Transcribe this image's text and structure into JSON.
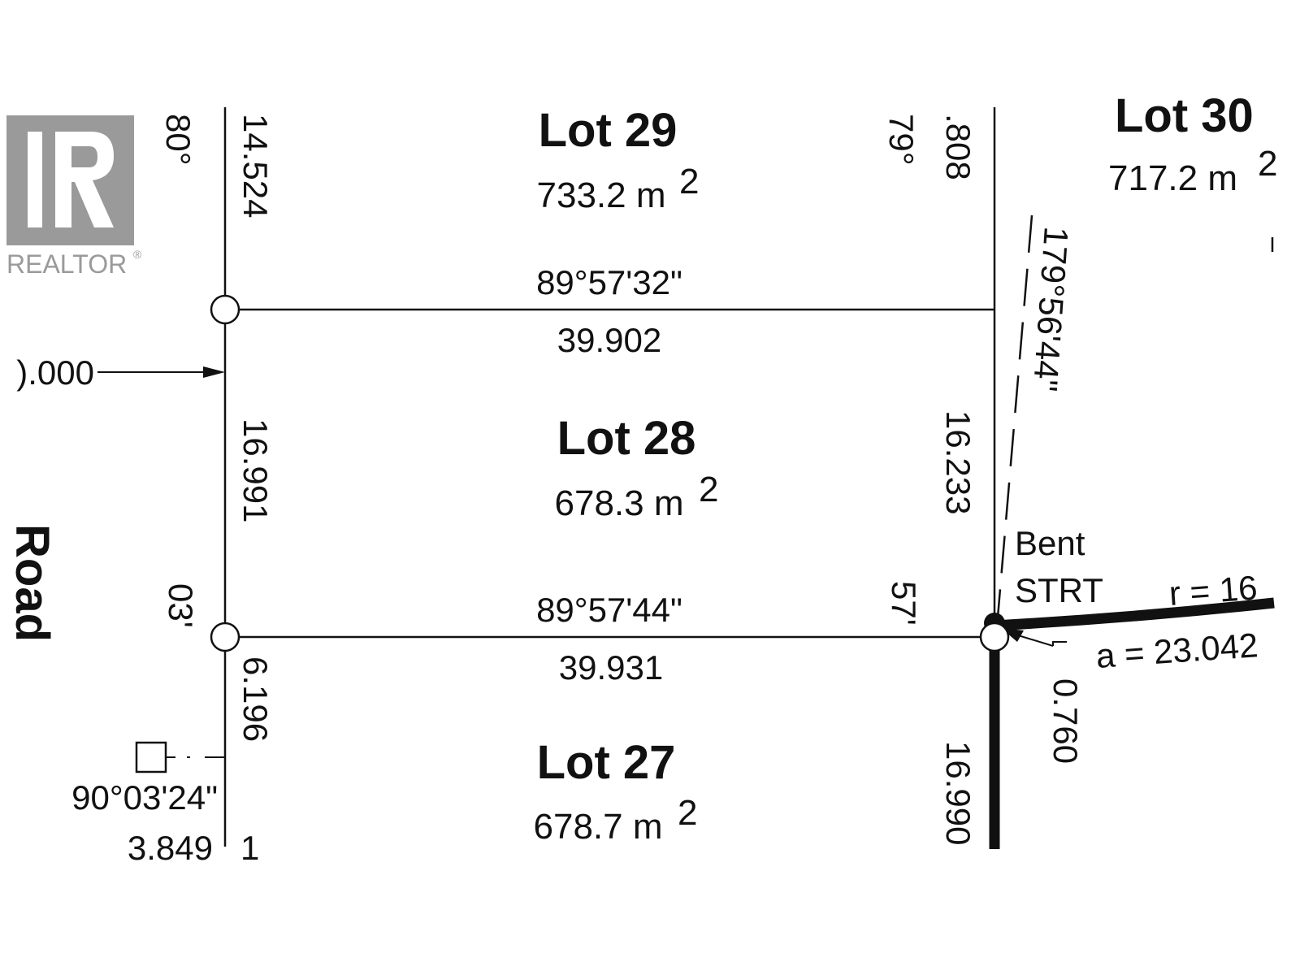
{
  "watermark": {
    "text": "REALTOR",
    "registered_mark": "®",
    "color": "#9a9a9a"
  },
  "road": {
    "label": "Road"
  },
  "lots": [
    {
      "name": "Lot 29",
      "area_value": "733.2 m",
      "area_exp": "2"
    },
    {
      "name": "Lot 28",
      "area_value": "678.3 m",
      "area_exp": "2"
    },
    {
      "name": "Lot 27",
      "area_value": "678.7 m",
      "area_exp": "2"
    },
    {
      "name": "Lot 30",
      "area_value": "717.2 m",
      "area_exp": "2"
    }
  ],
  "dimensions": {
    "lot29_left": "14.524",
    "lot29_right": ".808",
    "lot29_angle_left": "80°",
    "lot29_angle_right": "79°",
    "line29_bearing": "89°57'32\"",
    "line29_length": "39.902",
    "offset_label": ").000",
    "lot28_left": "16.991",
    "lot28_right": "16.233",
    "curve_bearing": "179°56'44\"",
    "angle_03": "03'",
    "angle_57": "57'",
    "line28_bearing": "89°57'44\"",
    "line28_length": "39.931",
    "lot27_left": "6.196",
    "lot27_right": "16.990",
    "offset_0760": "0.760",
    "bottom_bearing": "90°03'24\"",
    "bottom_length": "3.849",
    "bottom_cut": "1"
  },
  "curve": {
    "bent": "Bent",
    "strt": "STRT",
    "radius": "r = 16",
    "arc": "a = 23.042"
  }
}
